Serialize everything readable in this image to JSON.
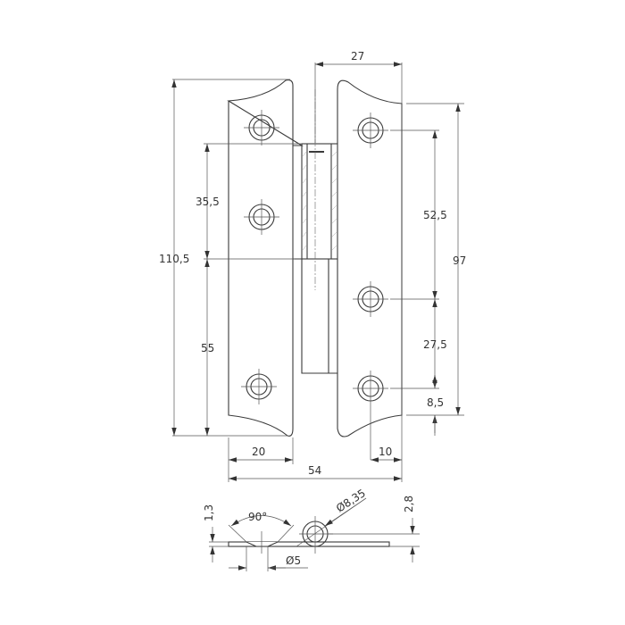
{
  "drawing": {
    "subject": "lift-off hinge, technical drawing (front view and side section)",
    "colors": {
      "line": "#3a3a3a",
      "background": "#ffffff"
    }
  },
  "dimensions": {
    "overall_height_left": "110,5",
    "knuckle_width": "27",
    "upper_hole_to_knuckle_split": "35,5",
    "lower_section_height": "55",
    "right_leaf_height": "97",
    "right_hole_spacing_top": "52,5",
    "right_hole_spacing_bottom": "27,5",
    "right_hole_to_bottom": "8,5",
    "left_leaf_width": "20",
    "hole_offset_right": "10",
    "overall_width": "54"
  },
  "side_view": {
    "thickness": "1,3",
    "countersink_angle": "90°",
    "knuckle_diameter": "Ø8,35",
    "hole_diameter": "Ø5",
    "total_height": "2,8"
  }
}
